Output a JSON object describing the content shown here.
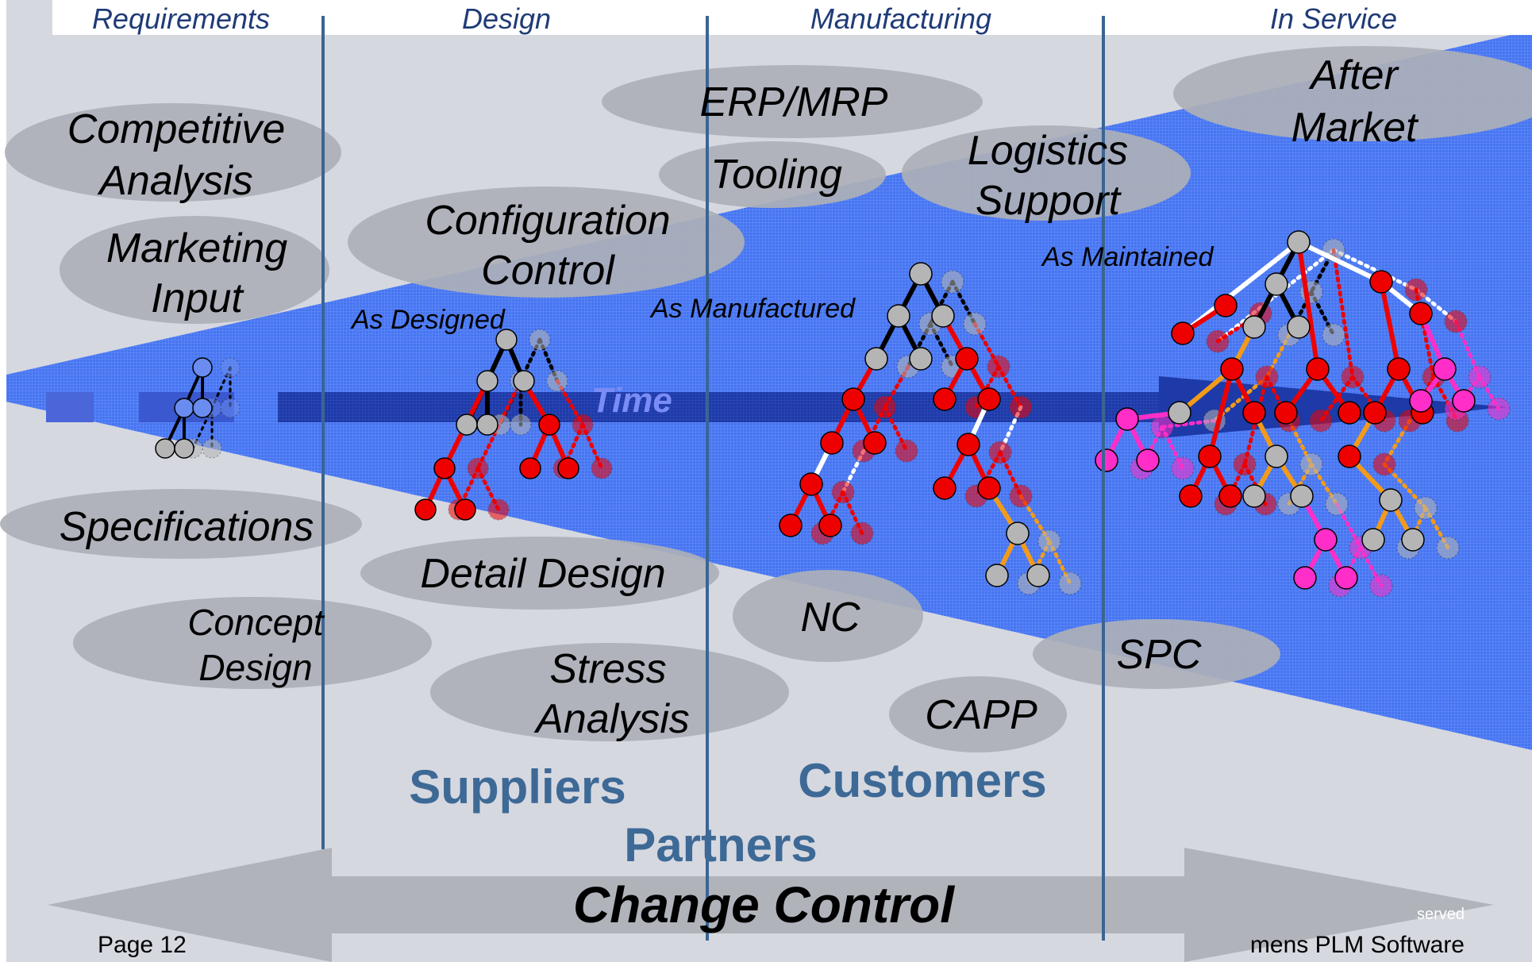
{
  "phases": [
    "Requirements",
    "Design",
    "Manufacturing",
    "In Service"
  ],
  "activities": {
    "competitive_analysis": [
      "Competitive",
      "Analysis"
    ],
    "marketing_input": [
      "Marketing",
      "Input"
    ],
    "specifications": [
      "Specifications"
    ],
    "concept_design": [
      "Concept",
      "Design"
    ],
    "configuration_control": [
      "Configuration",
      "Control"
    ],
    "detail_design": [
      "Detail Design"
    ],
    "stress_analysis": [
      "Stress",
      "Analysis"
    ],
    "erp_mrp": [
      "ERP/MRP"
    ],
    "tooling": [
      "Tooling"
    ],
    "logistics_support": [
      "Logistics",
      "Support"
    ],
    "nc": [
      "NC"
    ],
    "capp": [
      "CAPP"
    ],
    "after_market": [
      "After",
      "Market"
    ],
    "spc": [
      "SPC"
    ]
  },
  "bom_states": {
    "as_designed": "As Designed",
    "as_manufactured": "As Manufactured",
    "as_maintained": "As Maintained"
  },
  "time_label": "Time",
  "stakeholders": {
    "suppliers": "Suppliers",
    "customers": "Customers",
    "partners": "Partners"
  },
  "change_control": "Change Control",
  "footer": {
    "page": "Page 12",
    "copyright_fragment": "served",
    "company_fragment": "mens PLM Software"
  },
  "colors": {
    "background": "#d6d8e0",
    "phase_text": "#1f3b77",
    "divider": "#3a6593",
    "cone": "#3a6cf2",
    "time_arrow": "#1e3aa8",
    "stakeholder_text": "#3d6996",
    "ellipse": "#adb0b8",
    "arrow": "#b0b3ba",
    "node_red": "#ef0000",
    "node_grey": "#b5b5b5",
    "node_magenta": "#ff2ec8",
    "link_orange": "#f39b19"
  }
}
